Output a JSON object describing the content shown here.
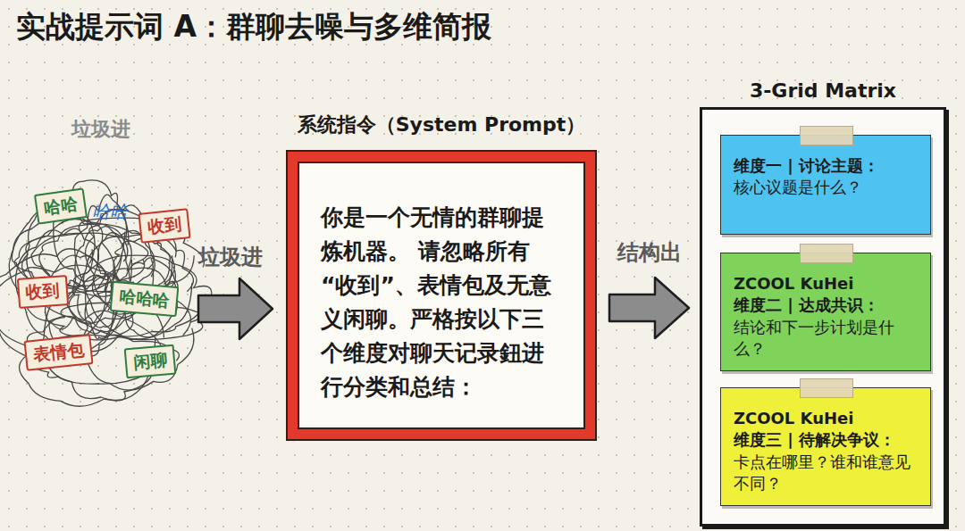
{
  "diagram": {
    "title": "实战提示词 A：群聊去噪与多维简报",
    "nodes": [
      {
        "text": [
          "哈哈"
        ]
      },
      {
        "text": [
          "收到"
        ]
      },
      {
        "text": [
          "收到"
        ]
      },
      {
        "text": [
          "哈哈哈"
        ]
      },
      {
        "text": [
          "表情包"
        ]
      },
      {
        "text": [
          "闲聊"
        ]
      },
      {
        "text": [
          "系统指令（System Prompt）",
          "你是一个无情的群聊提炼机器。 请忽略所有“收到”、表情包及无意义闲聊。严格按以下三个维度对聊天记录鈕进行分类和总结："
        ]
      },
      {
        "text": [
          "3-Grid Matrix"
        ]
      },
      {
        "text": [
          "维度一 | 讨论主题：",
          "核心议题是什么？"
        ],
        "in": 7
      },
      {
        "text": [
          "ZCOOL KuHei",
          "维度二 | 达成共识：",
          "结论和下一步计划是什么？"
        ],
        "in": 7
      },
      {
        "text": [
          "ZCOOL KuHei",
          "维度三 | 待解决争议：",
          "卡点在哪里？谁和谁意见不同？"
        ],
        "in": 7
      }
    ],
    "edges": [
      {
        "from": 6,
        "to": 7,
        "arrow": "to",
        "label": "结构出"
      }
    ],
    "labels": [
      "垃圾进",
      "哈哈",
      "垃圾进"
    ]
  }
}
